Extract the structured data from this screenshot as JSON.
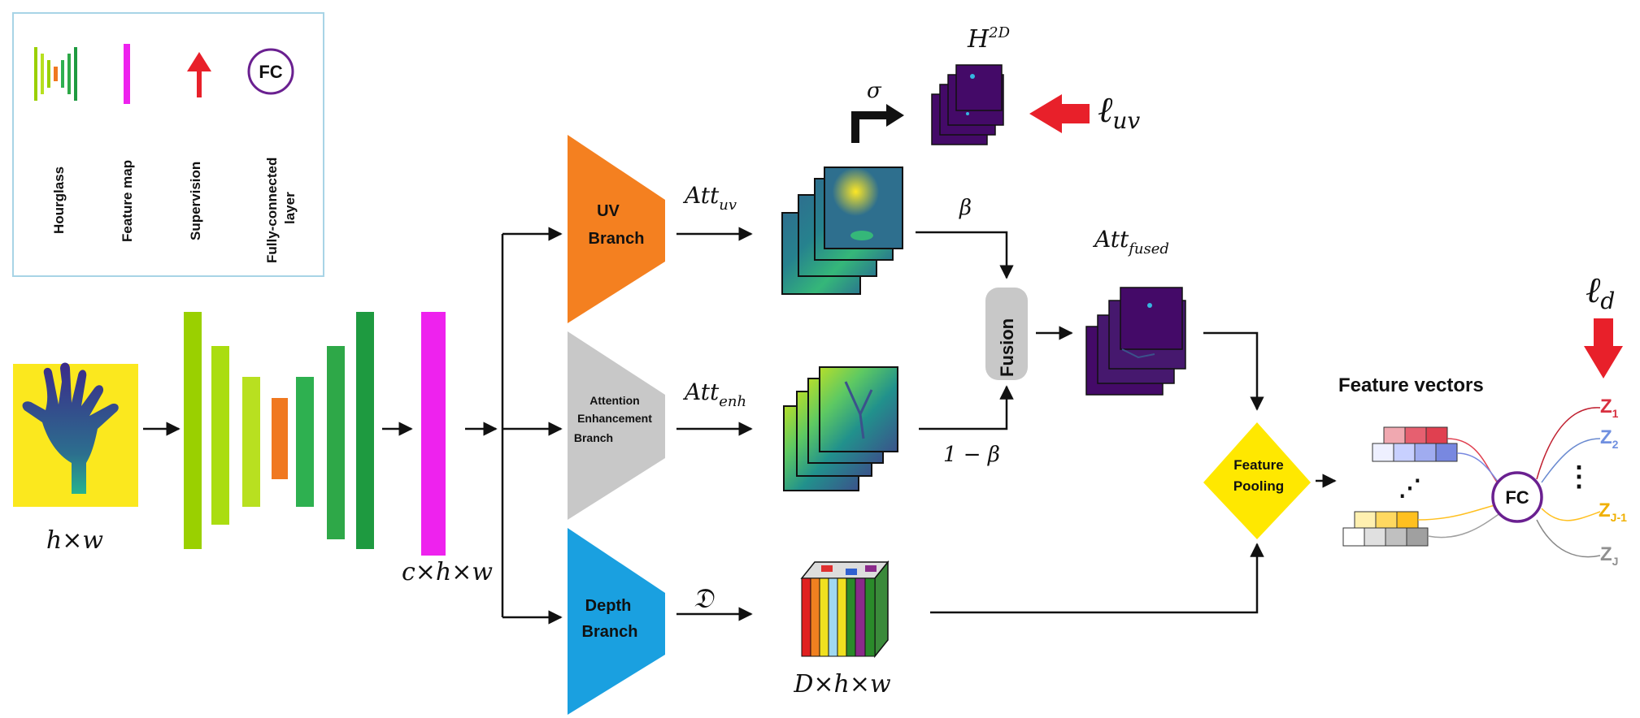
{
  "legend": {
    "hourglass_label": "Hourglass",
    "feature_map_label": "Feature map",
    "supervision_label": "Supervision",
    "fc_icon_text": "FC",
    "fc_label_line1": "Fully-connected",
    "fc_label_line2": "layer"
  },
  "input": {
    "label": "h×w"
  },
  "feature": {
    "label": "c×h×w"
  },
  "branches": {
    "uv_line1": "UV",
    "uv_line2": "Branch",
    "att_line1": "Attention",
    "att_line2": "Enhancement",
    "att_line3": "Branch",
    "depth_line1": "Depth",
    "depth_line2": "Branch"
  },
  "math": {
    "att_uv_base": "Att",
    "att_uv_sub": "uv",
    "att_enh_base": "Att",
    "att_enh_sub": "enh",
    "att_fused_base": "Att",
    "att_fused_sub": "fused",
    "sigma": "σ",
    "h2d_base": "H",
    "h2d_sup": "2D",
    "l_uv_base": "ℓ",
    "l_uv_sub": "uv",
    "l_d_base": "ℓ",
    "l_d_sub": "d",
    "beta": "β",
    "one_minus_beta": "1 − β",
    "frak_d": "𝔇",
    "depth_dims": "D×h×w"
  },
  "fusion": {
    "label": "Fusion"
  },
  "pooling": {
    "line1": "Feature",
    "line2": "Pooling"
  },
  "feature_vectors": {
    "title": "Feature vectors",
    "fc_text": "FC",
    "dots": "⋮"
  },
  "outputs": {
    "z1": "Z",
    "z1_sub": "1",
    "z2": "Z",
    "z2_sub": "2",
    "zj1": "Z",
    "zj1_sub": "J-1",
    "zj": "Z",
    "zj_sub": "J"
  },
  "colors": {
    "uv_branch": "#f48020",
    "att_branch": "#c8c8c8",
    "depth_branch": "#1aa0e0",
    "feature_map": "#ee22ee",
    "supervision": "#e8202a",
    "pooling": "#ffe800",
    "fc_ring": "#6a2090"
  }
}
